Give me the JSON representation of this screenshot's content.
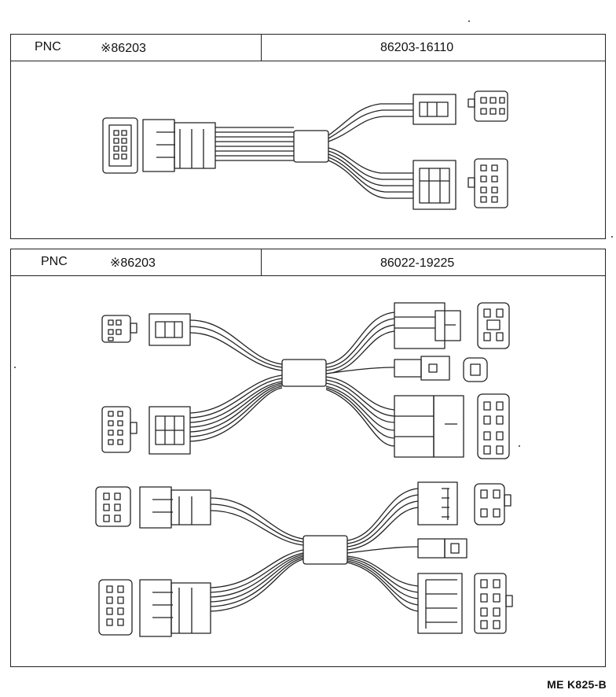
{
  "panels": [
    {
      "pnc_label": "PNC",
      "pnc_value": "※86203",
      "part_number": "86203-16110"
    },
    {
      "pnc_label": "PNC",
      "pnc_value": "※86203",
      "part_number": "86022-19225"
    }
  ],
  "figure_code": "ME K825-B",
  "colors": {
    "line": "#222222",
    "background": "#ffffff"
  }
}
